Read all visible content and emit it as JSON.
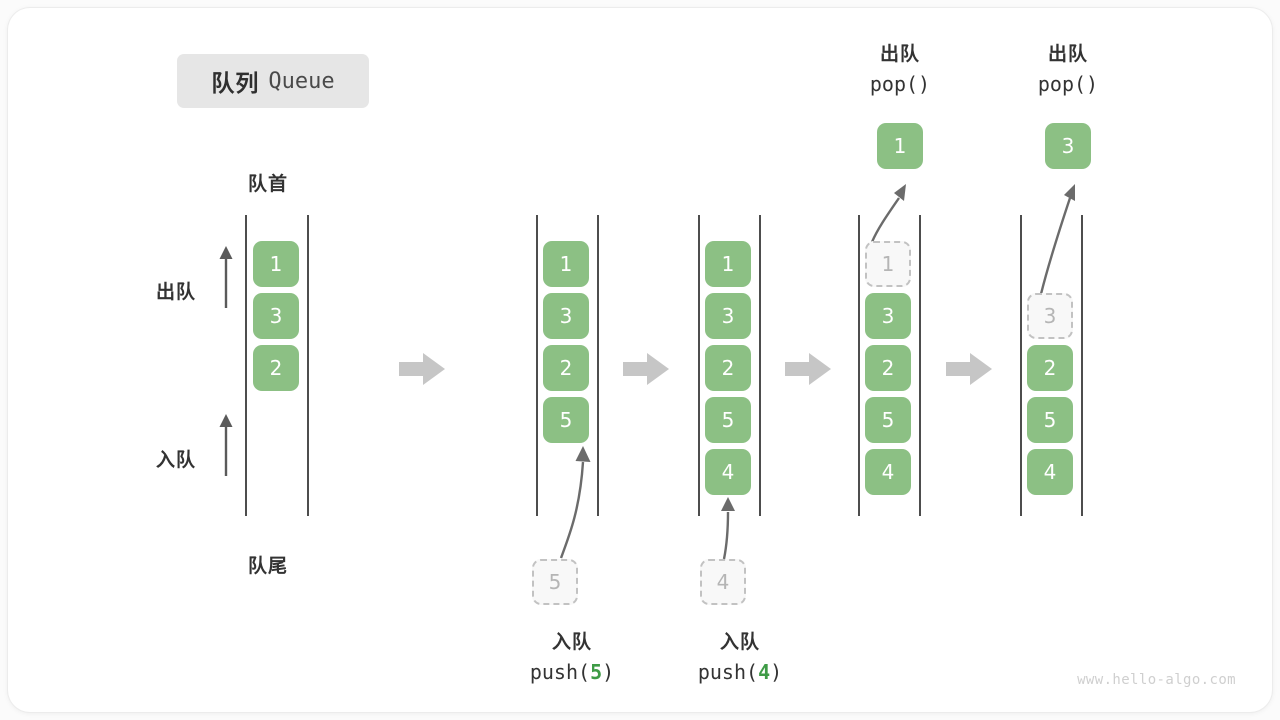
{
  "title": {
    "cn": "队列",
    "en": "Queue"
  },
  "labels": {
    "head": "队首",
    "tail": "队尾",
    "dequeue": "出队",
    "enqueue": "入队"
  },
  "watermark": "www.hello-algo.com",
  "colors": {
    "element": "#8cc084",
    "ghost_border": "#c2c2c2",
    "ghost_text": "#b5b5b5",
    "rail": "#4d4d4d",
    "flow_arrow": "#c6c6c6",
    "code_value": "#3e9b46",
    "badge_bg": "#e6e6e6"
  },
  "columns": [
    {
      "id": "initial",
      "items": [
        "1",
        "3",
        "2"
      ],
      "ghost": null,
      "caption_cn": "",
      "caption_code": ""
    },
    {
      "id": "push-5",
      "items": [
        "1",
        "3",
        "2",
        "5"
      ],
      "ghost": {
        "value": "5",
        "position": "below"
      },
      "caption_cn": "入队",
      "caption_code_prefix": "push(",
      "caption_code_value": "5",
      "caption_code_suffix": ")"
    },
    {
      "id": "push-4",
      "items": [
        "1",
        "3",
        "2",
        "5",
        "4"
      ],
      "ghost": {
        "value": "4",
        "position": "below"
      },
      "caption_cn": "入队",
      "caption_code_prefix": "push(",
      "caption_code_value": "4",
      "caption_code_suffix": ")"
    },
    {
      "id": "pop-1",
      "items": [
        "3",
        "2",
        "5",
        "4"
      ],
      "ghost": {
        "value": "1",
        "position": "slot0"
      },
      "popped": "1",
      "caption_cn": "出队",
      "caption_code": "pop()"
    },
    {
      "id": "pop-3",
      "items": [
        "2",
        "5",
        "4"
      ],
      "ghost": {
        "value": "3",
        "position": "slot1"
      },
      "popped": "3",
      "caption_cn": "出队",
      "caption_code": "pop()"
    }
  ]
}
